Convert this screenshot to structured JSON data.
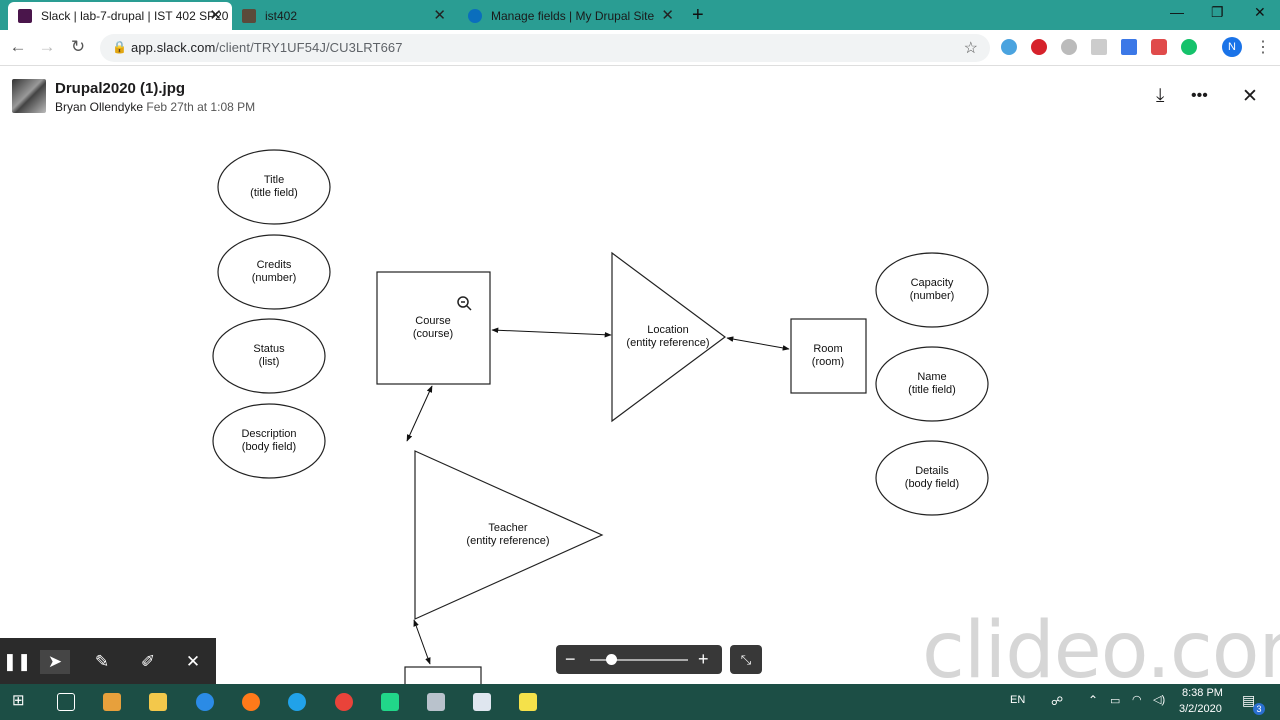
{
  "browser": {
    "tabs": [
      {
        "title": "Slack | lab-7-drupal | IST 402 SP20",
        "active": true
      },
      {
        "title": "ist402",
        "active": false
      },
      {
        "title": "Manage fields | My Drupal Site",
        "active": false
      }
    ],
    "address": {
      "host": "app.slack.com",
      "path": "/client/TRY1UF54J/CU3LRT667"
    }
  },
  "viewer": {
    "file_name": "Drupal2020 (1).jpg",
    "uploader": "Bryan Ollendyke",
    "timestamp": "Feb 27th at 1:08 PM"
  },
  "diagram": {
    "course_fields": [
      {
        "name": "Title",
        "type": "(title field)"
      },
      {
        "name": "Credits",
        "type": "(number)"
      },
      {
        "name": "Status",
        "type": "(list)"
      },
      {
        "name": "Description",
        "type": "(body field)"
      }
    ],
    "course": {
      "name": "Course",
      "type": "(course)"
    },
    "location": {
      "name": "Location",
      "type": "(entity reference)"
    },
    "room": {
      "name": "Room",
      "type": "(room)"
    },
    "room_fields": [
      {
        "name": "Capacity",
        "type": "(number)"
      },
      {
        "name": "Name",
        "type": "(title field)"
      },
      {
        "name": "Details",
        "type": "(body field)"
      }
    ],
    "teacher": {
      "name": "Teacher",
      "type": "(entity reference)"
    }
  },
  "watermark": "clideo.com",
  "taskbar": {
    "lang": "EN",
    "time": "8:38 PM",
    "date": "3/2/2020",
    "notifications": "3"
  },
  "colors": {
    "tabbar": "#2a9d93",
    "taskbar": "#1c4e45",
    "toolbar_dark": "#2b2b2b"
  }
}
